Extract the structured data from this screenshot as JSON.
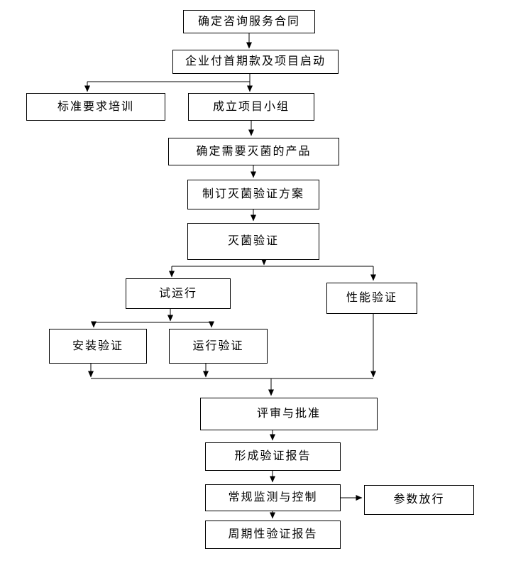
{
  "diagram": {
    "type": "flowchart",
    "background": "#ffffff",
    "box_border_color": "#000000",
    "line_color": "#000000",
    "text_color": "#000000",
    "nodes": {
      "n1": {
        "label": "确定咨询服务合同"
      },
      "n2": {
        "label": "企业付首期款及项目启动"
      },
      "n3": {
        "label": "标准要求培训"
      },
      "n4": {
        "label": "成立项目小组"
      },
      "n5": {
        "label": "确定需要灭菌的产品"
      },
      "n6": {
        "label": "制订灭菌验证方案"
      },
      "n7": {
        "label": "灭菌验证"
      },
      "n8": {
        "label": "试运行"
      },
      "n9": {
        "label": "性能验证"
      },
      "n10": {
        "label": "安装验证"
      },
      "n11": {
        "label": "运行验证"
      },
      "n12": {
        "label": "评审与批准"
      },
      "n13": {
        "label": "形成验证报告"
      },
      "n14": {
        "label": "常规监测与控制"
      },
      "n15": {
        "label": "参数放行"
      },
      "n16": {
        "label": "周期性验证报告"
      }
    },
    "edges": [
      {
        "from": "n1",
        "to": "n2"
      },
      {
        "from": "n2",
        "to": "n3"
      },
      {
        "from": "n2",
        "to": "n4"
      },
      {
        "from": "n4",
        "to": "n5"
      },
      {
        "from": "n5",
        "to": "n6"
      },
      {
        "from": "n6",
        "to": "n7"
      },
      {
        "from": "n7",
        "to": "n8"
      },
      {
        "from": "n7",
        "to": "n9"
      },
      {
        "from": "n8",
        "to": "n10"
      },
      {
        "from": "n8",
        "to": "n11"
      },
      {
        "from": "n10",
        "to": "n12"
      },
      {
        "from": "n11",
        "to": "n12"
      },
      {
        "from": "n9",
        "to": "n12"
      },
      {
        "from": "n12",
        "to": "n13"
      },
      {
        "from": "n13",
        "to": "n14"
      },
      {
        "from": "n14",
        "to": "n15"
      },
      {
        "from": "n14",
        "to": "n16"
      }
    ]
  }
}
